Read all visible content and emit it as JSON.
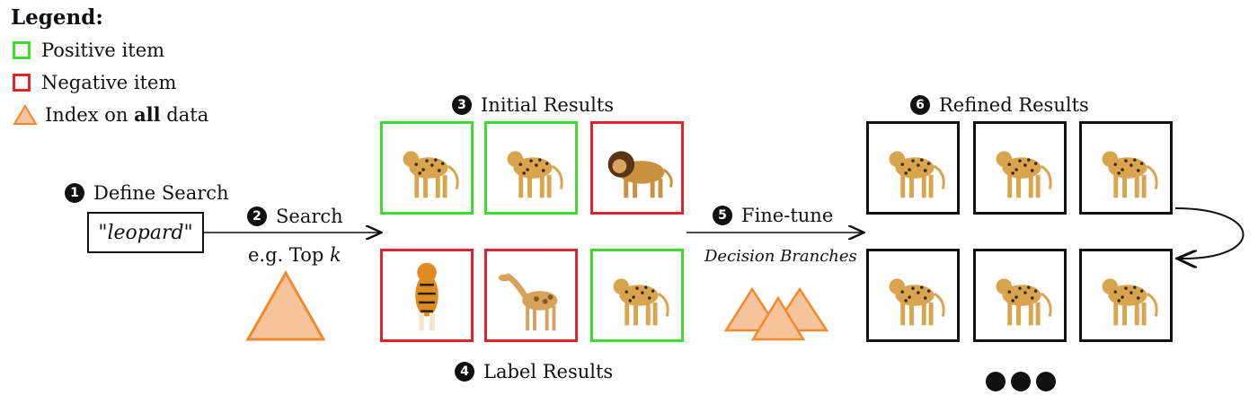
{
  "legend": {
    "title": "Legend:",
    "positive_label": "Positive item",
    "negative_label": "Negative item",
    "index_prefix": "Index on ",
    "index_bold": "all",
    "index_suffix": " data"
  },
  "steps": {
    "define": {
      "num": "1",
      "label": "Define Search"
    },
    "query": "\"leopard\"",
    "search": {
      "num": "2",
      "label": "Search"
    },
    "search_note_prefix": "e.g. Top ",
    "search_note_var": "k",
    "initial": {
      "num": "3",
      "label": "Initial Results"
    },
    "label": {
      "num": "4",
      "label": "Label Results"
    },
    "finetune": {
      "num": "5",
      "label": "Fine-tune"
    },
    "finetune_note": "Decision Branches",
    "refined": {
      "num": "6",
      "label": "Refined Results"
    }
  },
  "initial_results": [
    {
      "animal": "leopard",
      "status": "positive"
    },
    {
      "animal": "leopard",
      "status": "positive"
    },
    {
      "animal": "lion",
      "status": "negative"
    },
    {
      "animal": "tiger",
      "status": "negative"
    },
    {
      "animal": "giraffe",
      "status": "negative"
    },
    {
      "animal": "leopard",
      "status": "positive"
    }
  ],
  "refined_results": [
    {
      "animal": "leopard"
    },
    {
      "animal": "leopard"
    },
    {
      "animal": "leopard"
    },
    {
      "animal": "leopard"
    },
    {
      "animal": "leopard"
    },
    {
      "animal": "leopard"
    }
  ],
  "colors": {
    "positive": "#3ddc2e",
    "negative": "#e0242a",
    "index": "#f7c39a",
    "index_stroke": "#f08a2c"
  },
  "icons": {
    "index": "triangle-icon",
    "more": "ellipsis-dots-icon"
  }
}
